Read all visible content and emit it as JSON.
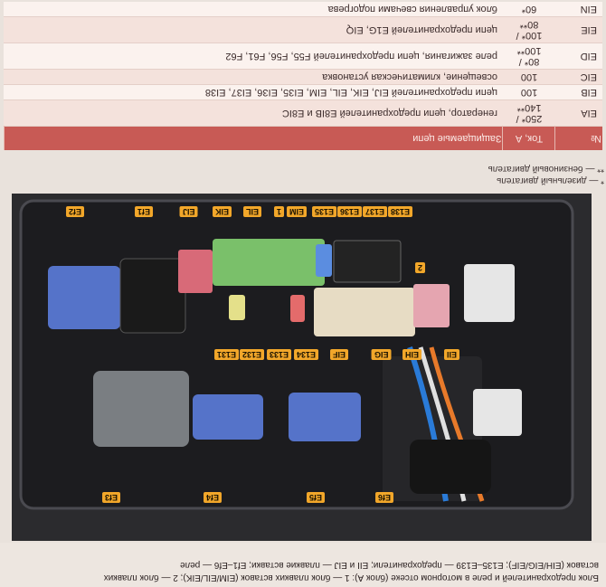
{
  "table": {
    "headers": {
      "no": "№",
      "amp": "Ток, А",
      "circuit": "Защищаемые цепи"
    },
    "rows": [
      {
        "no": "EIA",
        "amp": "250* / 140**",
        "circuit": "генератор, цепи предохранителей E8IB и E8IC"
      },
      {
        "no": "EIB",
        "amp": "100",
        "circuit": "цепи предохранителей EIJ, EIK, EIL, EIM, EI35, EI36, EI37, EI38"
      },
      {
        "no": "EIC",
        "amp": "100",
        "circuit": "освещение, климатическая установка"
      },
      {
        "no": "EID",
        "amp": "80* / 100**",
        "circuit": "реле зажигания, цепи предохранителей F55, F56, F61, F62"
      },
      {
        "no": "EIE",
        "amp": "100* / 80**",
        "circuit": "цепи предохранителей E1G, EIQ"
      },
      {
        "no": "EIN",
        "amp": "60*",
        "circuit": "блок управления свечами подогрева"
      }
    ]
  },
  "notes": [
    "* — дизельный двигатель",
    "** — бензиновый двигатель"
  ],
  "labels": {
    "ef2": "Ef2",
    "ef1": "Ef1",
    "eij": "EIJ",
    "eik": "EIK",
    "eil": "EIL",
    "one": "1",
    "eim": "EIM",
    "e135": "E135",
    "e136": "E136",
    "e137": "E137",
    "e138": "E138",
    "two": "2",
    "e131": "E131",
    "e132": "E132",
    "e133": "E133",
    "e134": "E134",
    "eif": "EIF",
    "eig": "EIG",
    "eih": "EIH",
    "eii": "EII",
    "ef3": "Ef3",
    "ef4": "Ef4",
    "ef5": "Ef5",
    "ef6": "Ef6"
  },
  "caption": {
    "line1": "Блок предохранителей и реле в моторном отсеке (блок А): 1 — блок плавких вставок (EIM/EIL/EIK); 2 — блок плавких",
    "line2": "вставок (EIH/EIG/EIF); E135–E139 — предохранители; EII и EIJ — плавкие вставки; Ef1–Ef6 — реле"
  }
}
